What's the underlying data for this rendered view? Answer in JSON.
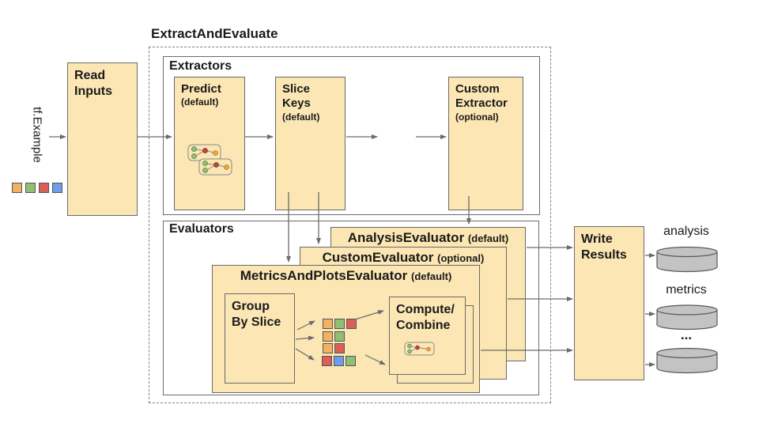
{
  "title": "ExtractAndEvaluate",
  "colors": {
    "box_fill": "#FBE6B4",
    "orange": "#F2B263",
    "green": "#8FBF75",
    "red": "#D95F57",
    "blue": "#6D9EEB",
    "cylinder_fill": "#C3C3C3"
  },
  "input": {
    "source_label": "tf.Example",
    "read_inputs": {
      "line1": "Read",
      "line2": "Inputs"
    }
  },
  "extractors": {
    "section_label": "Extractors",
    "predict": {
      "title": "Predict",
      "qualifier": "(default)"
    },
    "slice_keys": {
      "line1": "Slice",
      "line2": "Keys",
      "qualifier": "(default)"
    },
    "custom": {
      "line1": "Custom",
      "line2": "Extractor",
      "qualifier": "(optional)"
    },
    "ellipsis": "..."
  },
  "evaluators": {
    "section_label": "Evaluators",
    "analysis": {
      "title": "AnalysisEvaluator",
      "qualifier": "(default)"
    },
    "custom": {
      "title": "CustomEvaluator",
      "qualifier": "(optional)"
    },
    "metrics_plots": {
      "title": "MetricsAndPlotsEvaluator",
      "qualifier": "(default)"
    },
    "group_by_slice": {
      "line1": "Group",
      "line2": "By Slice"
    },
    "compute_combine": {
      "line1": "Compute/",
      "line2": "Combine"
    },
    "slice_rows": [
      [
        "orange",
        "green",
        "red"
      ],
      [
        "orange",
        "green"
      ],
      [
        "orange",
        "red"
      ],
      [
        "red",
        "blue",
        "green"
      ]
    ]
  },
  "output": {
    "write_results": {
      "line1": "Write",
      "line2": "Results"
    },
    "sinks": [
      "analysis",
      "metrics",
      "..."
    ]
  }
}
